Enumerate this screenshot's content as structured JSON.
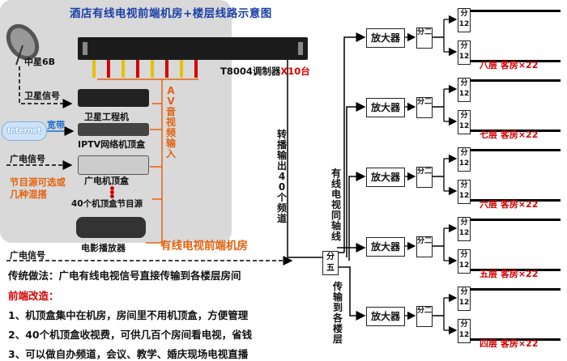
{
  "title": "酒店有线电视前端机房+楼层线路示意图",
  "satellite_name": "中星6B",
  "satellite_signal": "卫星信号",
  "internet": "Internet",
  "broadband": "宽带",
  "cable_signal_1": "广电信号",
  "cable_signal_2": "广电信号",
  "source_note": "节目源可选或几种混搭",
  "devices": {
    "satellite_receiver": "卫星工程机",
    "iptv_box": "IPTV网络机顶盒",
    "cable_box": "广电机顶盒",
    "box_sources": "40个机顶盒节目源",
    "movie_player": "电影播放器"
  },
  "av_input": "AV音视频输入",
  "modulator_label": "T8004调制器",
  "modulator_count": "X10台",
  "headend_room": "有线电视前端机房",
  "relay_text": "转播输出40个频道",
  "coax_text": "有线电视同轴线",
  "distribution_text": "传输到各楼层",
  "splitter5": "分五",
  "amplifier": "放大器",
  "splitter2": "分二",
  "splitter12": "分12",
  "floors": [
    "八层  客房×22",
    "七层  客房×22",
    "六层  客房×22",
    "五层  客房×22",
    "四层  客房×22"
  ],
  "notes": {
    "traditional": "传统做法：广电有线电视信号直接传输到各楼层房间",
    "improve_title": "前端改造：",
    "items": [
      "1、机顶盒集中在机房，房间里不用机顶盒，方便管理",
      "2、40个机顶盒收视费，可供几百个房间看电视，省钱",
      "3、可以做自办频道，会议、教学、婚庆现场电视直播"
    ]
  }
}
